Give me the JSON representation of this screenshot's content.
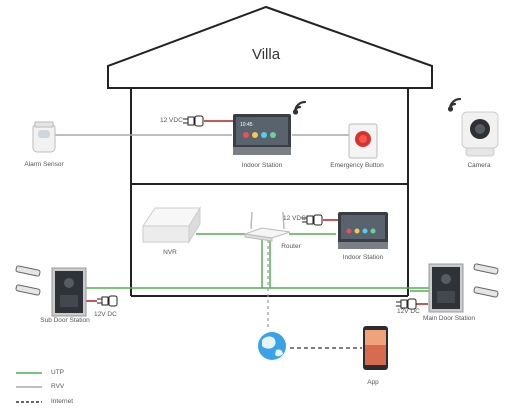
{
  "title": "Villa",
  "devices": {
    "alarm_sensor": "Alarm Sensor",
    "indoor_station_top": "Indoor Station",
    "emergency_button": "Emergency Button",
    "camera": "Camera",
    "nvr": "NVR",
    "router": "Router",
    "indoor_station_mid": "Indoor Station",
    "sub_door_station": "Sub Door Station",
    "main_door_station": "Main Door Station",
    "app": "App"
  },
  "power": {
    "top": "12 VDC",
    "mid": "12 VDC",
    "left": "12V DC",
    "right": "12V DC"
  },
  "screen_time": "10:45",
  "legend": {
    "utp": "UTP",
    "rvv": "RVV",
    "internet": "Internet"
  },
  "colors": {
    "utp": "#4fb24f",
    "rvv": "#a9a9a9",
    "internet": "#333333",
    "power": "#b02020"
  }
}
